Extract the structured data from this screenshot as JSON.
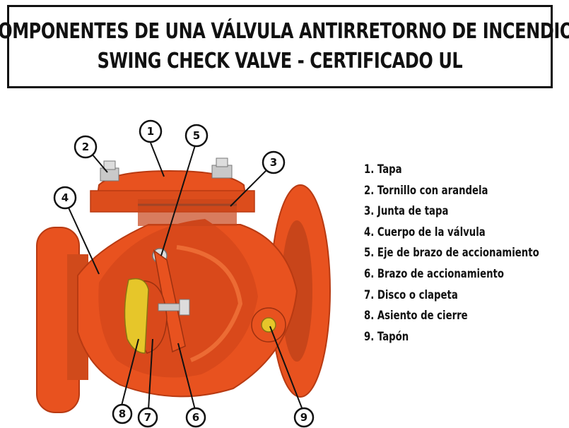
{
  "title": {
    "line1": "COMPONENTES DE UNA VÁLVULA ANTIRRETORNO DE INCENDIO",
    "line2": "SWING CHECK VALVE - CERTIFICADO UL"
  },
  "callouts": [
    "1",
    "2",
    "3",
    "4",
    "5",
    "6",
    "7",
    "8",
    "9"
  ],
  "legend": [
    "1. Tapa",
    "2. Tornillo con arandela",
    "3. Junta de tapa",
    "4. Cuerpo de la válvula",
    "5. Eje de brazo de accionamiento",
    "6. Brazo de accionamiento",
    "7. Disco o clapeta",
    "8. Asiento de cierre",
    "9. Tapón"
  ],
  "colors": {
    "valve_body": "#e8521f",
    "valve_shadow": "#b83a12",
    "valve_highlight": "#f47a3f",
    "seat_ring": "#e6c62a",
    "bolt": "#c9c9c9",
    "gasket": "#444444"
  }
}
